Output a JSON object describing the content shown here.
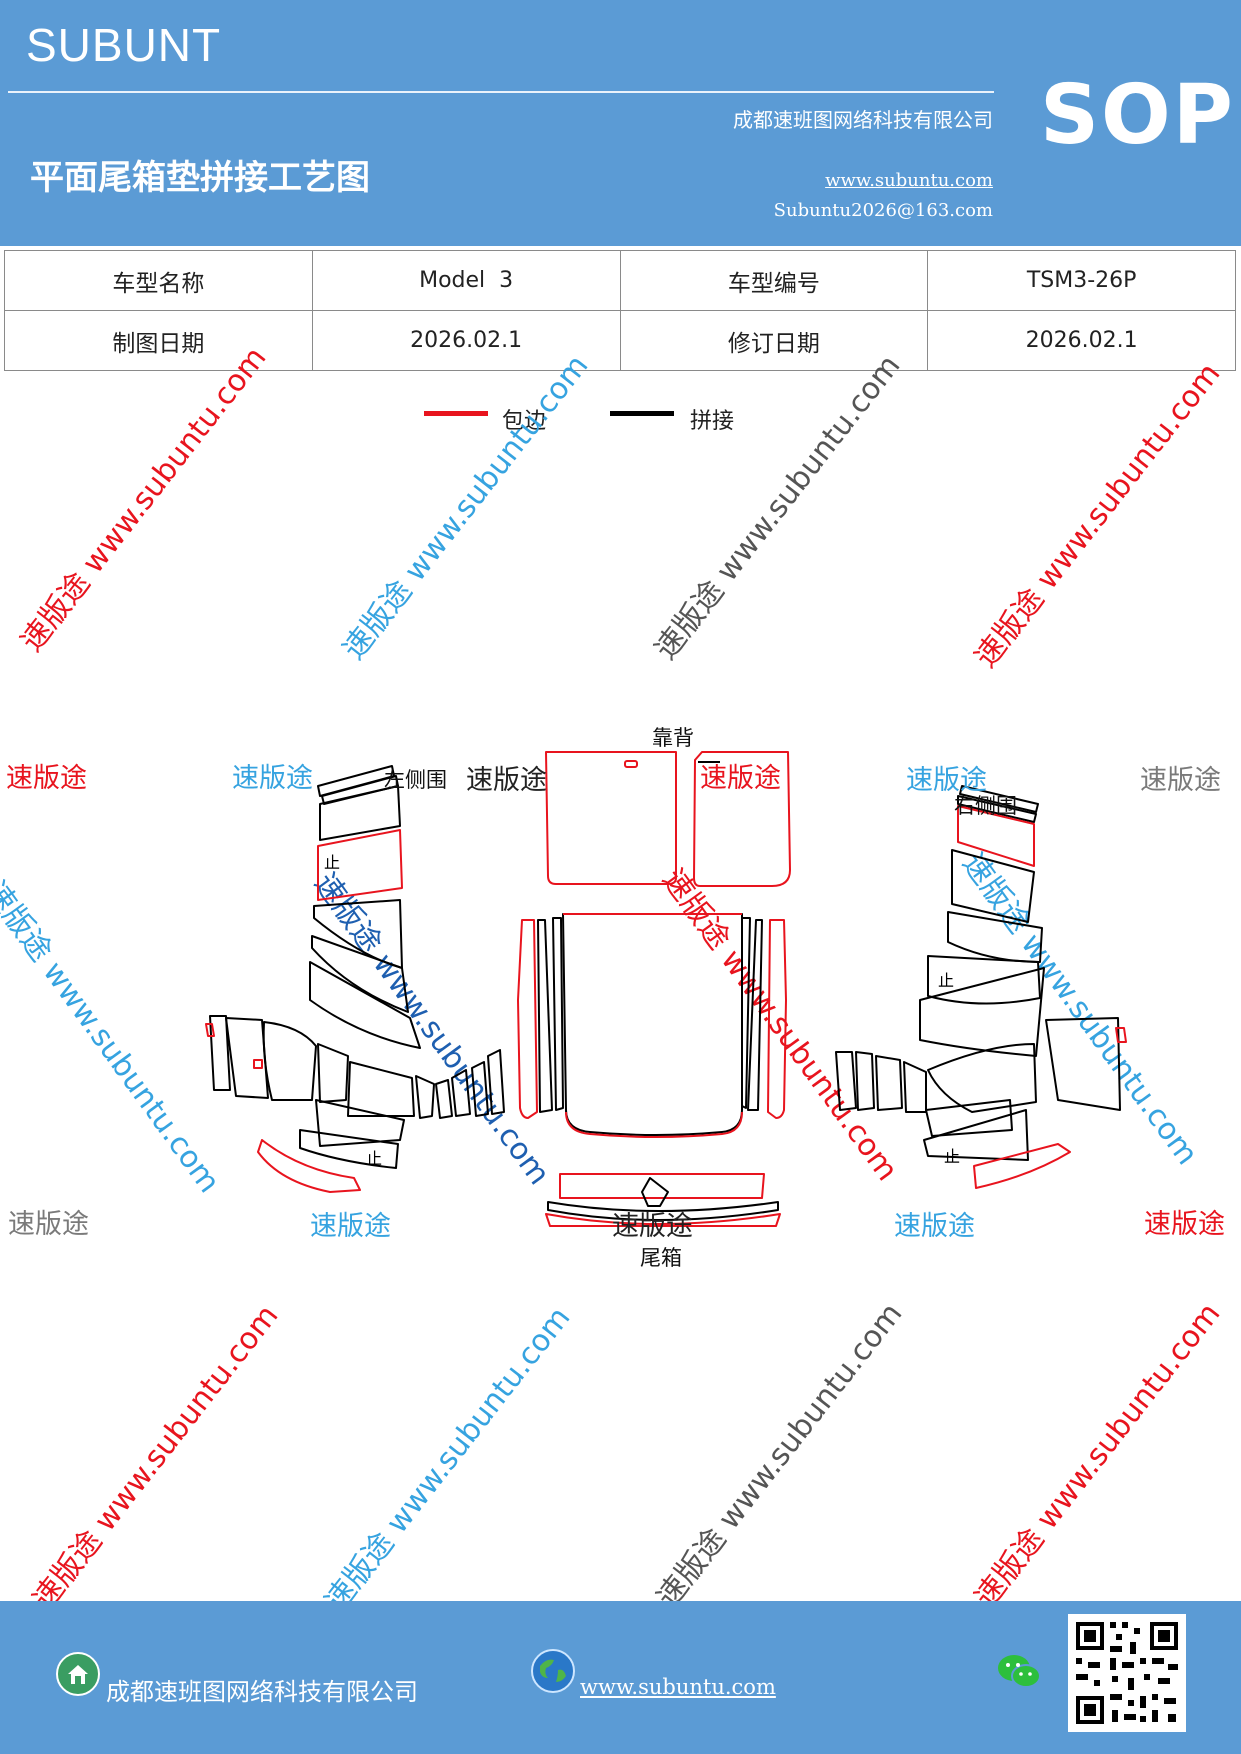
{
  "header": {
    "brand": "SUBUNT",
    "company": "成都速班图网络科技有限公司",
    "title": "平面尾箱垫拼接工艺图",
    "website": "www.subuntu.com",
    "email": "Subuntu2026@163.com",
    "sop": "SOP"
  },
  "info": {
    "model_name_label": "车型名称",
    "model_name": "Model  3",
    "model_code_label": "车型编号",
    "model_code": "TSM3-26P",
    "draw_date_label": "制图日期",
    "draw_date": "2026.02.1",
    "revise_date_label": "修订日期",
    "revise_date": "2026.02.1"
  },
  "legend": {
    "edge_label": "包边",
    "edge_color": "#e8141e",
    "splice_label": "拼接",
    "splice_color": "#000000"
  },
  "diagram": {
    "backrest": "靠背",
    "left_side": "左侧围",
    "right_side": "右侧围",
    "trunk": "尾箱",
    "mark": "止"
  },
  "watermark": {
    "brand": "速版途",
    "site": "速版途 www.subuntu.com",
    "colors": {
      "red": "#e8141e",
      "blue": "#36a3e0",
      "gray": "#7a7a7a"
    }
  },
  "footer": {
    "company": "成都速班图网络科技有限公司",
    "website": "www.subuntu.com",
    "icons": [
      "home-icon",
      "globe-icon",
      "wechat-icon",
      "qr-code"
    ]
  }
}
